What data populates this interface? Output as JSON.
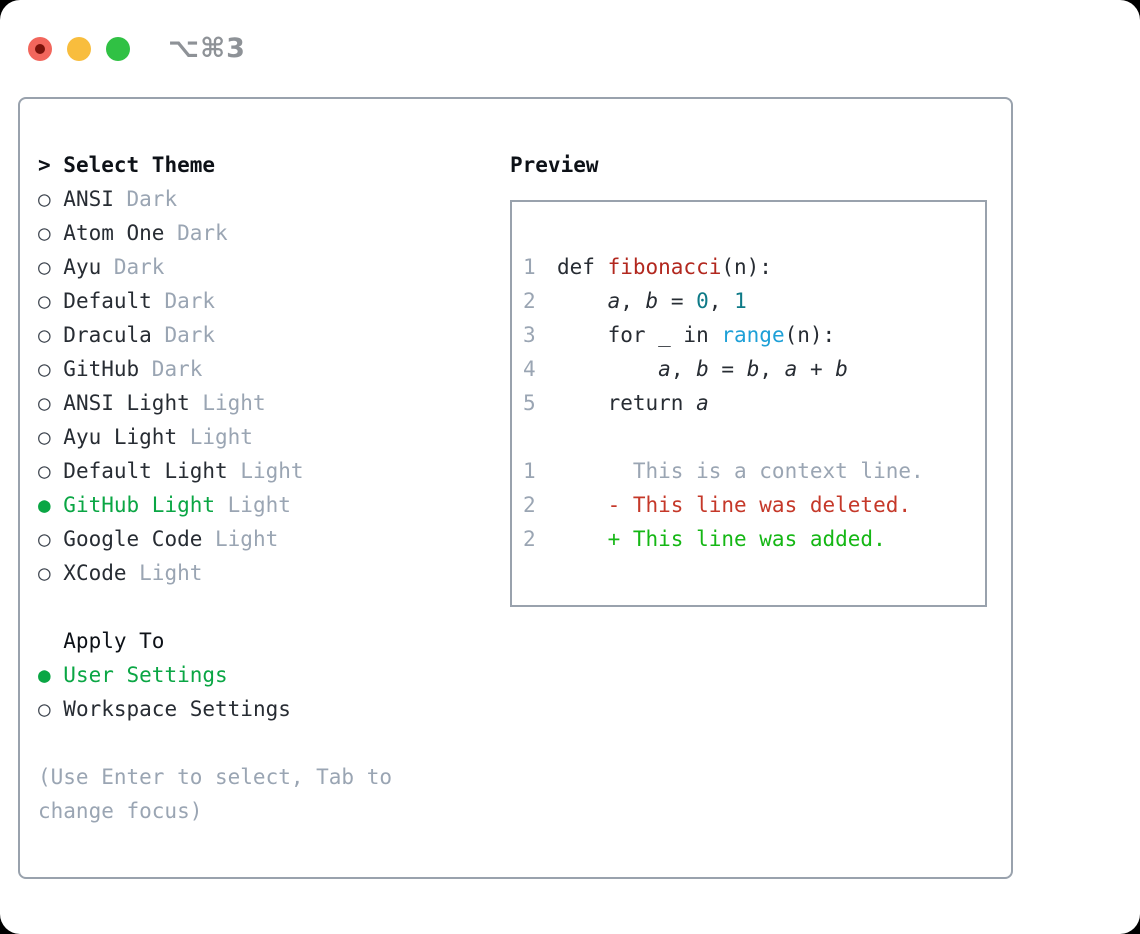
{
  "colors": {
    "fg": "#272c33",
    "heading": "#0d1117",
    "muted": "#9aa5b3",
    "border": "#99a2ad",
    "marker": "#3f4650",
    "green": "#0aa644",
    "fn_red": "#b2281f",
    "num_teal": "#0e7a87",
    "builtin_blue": "#1ea0d7",
    "del_red": "#c53829",
    "add_green": "#15b715",
    "light_red": "#f2665c",
    "light_red_dot": "#7a120a",
    "light_yellow": "#f8bd3d",
    "light_green": "#30c144",
    "title_gray": "#8e9297"
  },
  "titlebar": {
    "shortcut": "⌥⌘3",
    "lights": [
      "close",
      "minimize",
      "zoom"
    ]
  },
  "theme_picker": {
    "header": {
      "prefix": ">",
      "label": "Select Theme"
    },
    "marker_selected": "●",
    "marker_unselected": "○",
    "themes": [
      {
        "name": "ANSI",
        "variant": "Dark",
        "selected": false
      },
      {
        "name": "Atom One",
        "variant": "Dark",
        "selected": false
      },
      {
        "name": "Ayu",
        "variant": "Dark",
        "selected": false
      },
      {
        "name": "Default",
        "variant": "Dark",
        "selected": false
      },
      {
        "name": "Dracula",
        "variant": "Dark",
        "selected": false
      },
      {
        "name": "GitHub",
        "variant": "Dark",
        "selected": false
      },
      {
        "name": "ANSI Light",
        "variant": "Light",
        "selected": false
      },
      {
        "name": "Ayu Light",
        "variant": "Light",
        "selected": false
      },
      {
        "name": "Default Light",
        "variant": "Light",
        "selected": false
      },
      {
        "name": "GitHub Light",
        "variant": "Light",
        "selected": true
      },
      {
        "name": "Google Code",
        "variant": "Light",
        "selected": false
      },
      {
        "name": "XCode",
        "variant": "Light",
        "selected": false
      }
    ],
    "apply_to": {
      "label": "Apply To",
      "options": [
        {
          "name": "User Settings",
          "selected": true
        },
        {
          "name": "Workspace Settings",
          "selected": false
        }
      ]
    },
    "hint_lines": [
      "(Use Enter to select, Tab to",
      "change focus)"
    ]
  },
  "preview": {
    "title": "Preview",
    "lines": [
      {
        "no": "1",
        "tokens": [
          [
            "def ",
            "fg"
          ],
          [
            "fibonacci",
            "fn"
          ],
          [
            "(n):",
            "fg"
          ]
        ]
      },
      {
        "no": "2",
        "tokens": [
          [
            "    ",
            "fg"
          ],
          [
            "a",
            "fgi"
          ],
          [
            ", ",
            "fg"
          ],
          [
            "b",
            "fgi"
          ],
          [
            " = ",
            "fg"
          ],
          [
            "0",
            "num"
          ],
          [
            ", ",
            "fg"
          ],
          [
            "1",
            "num"
          ]
        ]
      },
      {
        "no": "3",
        "tokens": [
          [
            "    for _ in ",
            "fg"
          ],
          [
            "range",
            "bi"
          ],
          [
            "(n):",
            "fg"
          ]
        ]
      },
      {
        "no": "4",
        "tokens": [
          [
            "        ",
            "fg"
          ],
          [
            "a",
            "fgi"
          ],
          [
            ", ",
            "fg"
          ],
          [
            "b",
            "fgi"
          ],
          [
            " = ",
            "fg"
          ],
          [
            "b",
            "fgi"
          ],
          [
            ", ",
            "fg"
          ],
          [
            "a",
            "fgi"
          ],
          [
            " + ",
            "fg"
          ],
          [
            "b",
            "fgi"
          ]
        ]
      },
      {
        "no": "5",
        "tokens": [
          [
            "    return ",
            "fg"
          ],
          [
            "a",
            "fgi"
          ]
        ]
      },
      {
        "no": "",
        "tokens": []
      },
      {
        "no": "1",
        "tokens": [
          [
            "      This is a context line.",
            "ctx"
          ]
        ]
      },
      {
        "no": "2",
        "tokens": [
          [
            "    - This line was deleted.",
            "del"
          ]
        ]
      },
      {
        "no": "2",
        "tokens": [
          [
            "    + This line was added.",
            "add"
          ]
        ]
      }
    ]
  }
}
